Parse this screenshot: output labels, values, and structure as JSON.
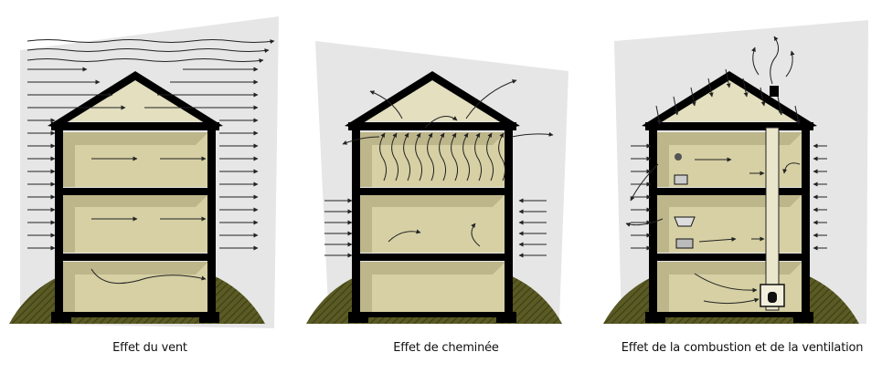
{
  "panels": [
    {
      "caption": "Effet du vent"
    },
    {
      "caption": "Effet de cheminée"
    },
    {
      "caption": "Effet de la combustion et de la ventilation"
    }
  ],
  "colors": {
    "sky": "#e6e6e6",
    "ground": "#5a5a24",
    "ground_hatch": "#3f3f15",
    "wall": "#000000",
    "interior": "#d6d0a4",
    "interior_dark": "#bdb68a",
    "attic": "#e3dfbf",
    "arrow": "#222222"
  }
}
